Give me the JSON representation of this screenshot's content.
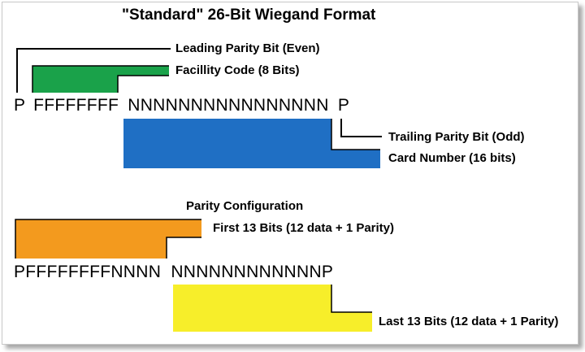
{
  "title": "\"Standard\" 26-Bit Wiegand Format",
  "format": {
    "bit_leading": "P",
    "bits_facility": "FFFFFFFF",
    "bits_card": "NNNNNNNNNNNNNNNN",
    "bit_trailing": "P",
    "labels": {
      "leading_parity": "Leading Parity Bit (Even)",
      "facility_code": "Facillity Code (8 Bits)",
      "trailing_parity": "Trailing Parity Bit (Odd)",
      "card_number": "Card Number (16 bits)"
    }
  },
  "parity": {
    "heading": "Parity Configuration",
    "bits_first": "PFFFFFFFFNNNN",
    "bits_last": "NNNNNNNNNNNNP",
    "labels": {
      "first_13": "First 13 Bits (12 data + 1 Parity)",
      "last_13": "Last 13 Bits (12 data + 1 Parity)"
    }
  },
  "colors": {
    "facility": "#1aa24a",
    "card": "#1f6fc4",
    "first_13": "#f39a1e",
    "last_13": "#f7ee2a"
  }
}
